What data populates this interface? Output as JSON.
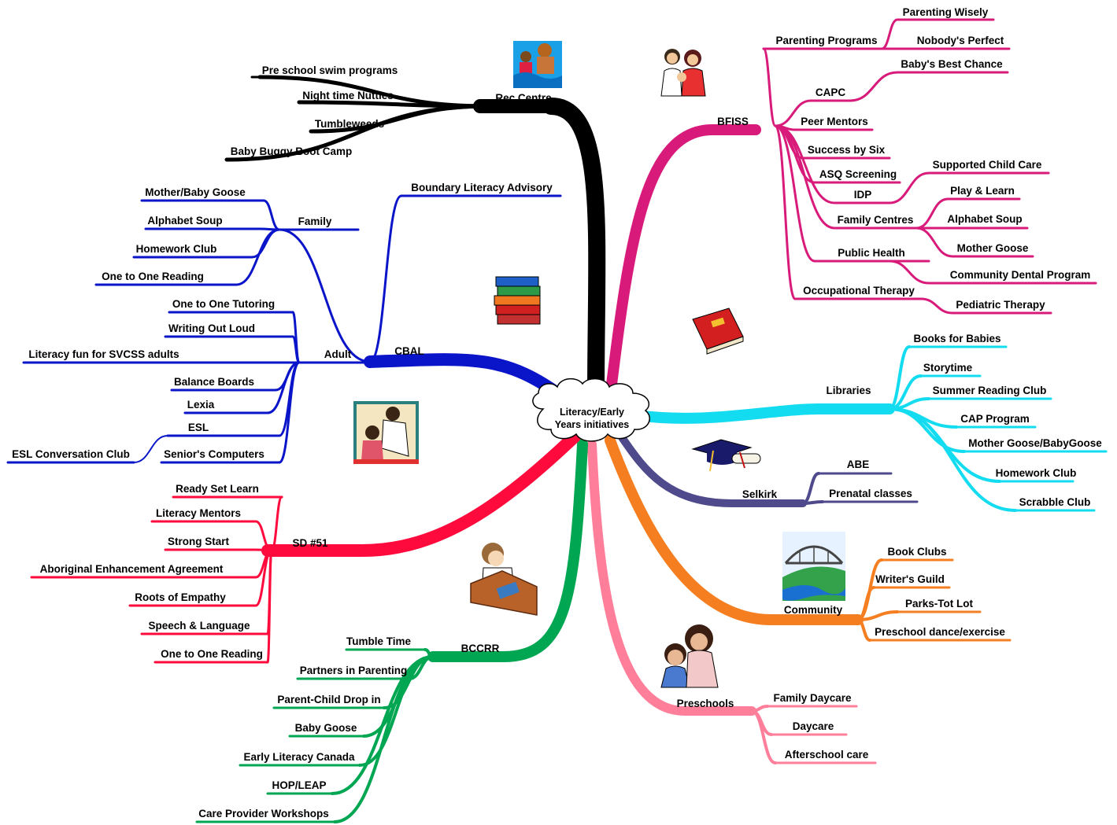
{
  "center": {
    "line1": "Literacy/Early",
    "line2": "Years initiatives"
  },
  "branches": [
    {
      "id": "rec-centre",
      "label": "Rec Centre",
      "color": "#000000",
      "children": [
        "Pre school swim programs",
        "Night time Nutties",
        "Tumbleweeds",
        "Baby Buggy Boot Camp"
      ]
    },
    {
      "id": "bfiss",
      "label": "BFISS",
      "color": "#d81b7a",
      "children": [
        {
          "label": "Parenting Programs",
          "children": [
            "Parenting Wisely",
            "Nobody's Perfect"
          ]
        },
        {
          "label": "CAPC",
          "children": [
            "Baby's Best Chance"
          ]
        },
        {
          "label": "Peer Mentors"
        },
        {
          "label": "Success by Six"
        },
        {
          "label": "ASQ Screening"
        },
        {
          "label": "IDP",
          "children": [
            "Supported Child Care"
          ]
        },
        {
          "label": "Family Centres",
          "children": [
            "Play & Learn",
            "Alphabet Soup",
            "Mother Goose"
          ]
        },
        {
          "label": "Public Health",
          "children": [
            "Community Dental Program"
          ]
        },
        {
          "label": "Occupational Therapy",
          "children": [
            "Pediatric Therapy"
          ]
        }
      ]
    },
    {
      "id": "libraries",
      "label": "Libraries",
      "color": "#14dcf0",
      "children": [
        "Books for Babies",
        "Storytime",
        "Summer Reading Club",
        "CAP Program",
        "Mother Goose/BabyGoose",
        "Homework Club",
        "Scrabble Club"
      ]
    },
    {
      "id": "selkirk",
      "label": "Selkirk",
      "color": "#4f4a8c",
      "children": [
        "ABE",
        "Prenatal classes"
      ]
    },
    {
      "id": "community",
      "label": "Community",
      "color": "#f57f20",
      "children": [
        "Book Clubs",
        "Writer's Guild",
        "Parks-Tot Lot",
        "Preschool dance/exercise"
      ]
    },
    {
      "id": "preschools",
      "label": "Preschools",
      "color": "#ff7f9a",
      "children": [
        "Family Daycare",
        "Daycare",
        "Afterschool care"
      ]
    },
    {
      "id": "bccrr",
      "label": "BCCRR",
      "color": "#00a651",
      "children": [
        "Tumble Time",
        "Partners in Parenting",
        "Parent-Child Drop in",
        "Baby Goose",
        "Early Literacy Canada",
        "HOP/LEAP",
        "Care Provider Workshops"
      ]
    },
    {
      "id": "sd51",
      "label": "SD #51",
      "color": "#ff0a3c",
      "children": [
        "Ready Set Learn",
        "Literacy Mentors",
        "Strong Start",
        "Aboriginal Enhancement Agreement",
        "Roots of Empathy",
        "Speech & Language",
        "One to One Reading"
      ]
    },
    {
      "id": "cbal",
      "label": "CBAL",
      "color": "#0a14c8",
      "children": [
        {
          "label": "Boundary Literacy Advisory"
        },
        {
          "label": "Family",
          "children": [
            "Mother/Baby Goose",
            "Alphabet Soup",
            "Homework Club",
            "One to One Reading"
          ]
        },
        {
          "label": "Adult",
          "children": [
            "One to One Tutoring",
            "Writing Out Loud",
            "Literacy fun for SVCSS adults",
            "Balance Boards",
            "Lexia",
            {
              "label": "ESL",
              "children": [
                "ESL Conversation Club"
              ]
            },
            "Senior's Computers"
          ]
        }
      ]
    }
  ],
  "clipart": [
    "swimming-family-clipart",
    "parents-with-baby-clipart",
    "stacked-books-clipart",
    "red-book-clipart",
    "teacher-student-clipart",
    "graduation-cap-diploma-clipart",
    "bridge-landscape-clipart",
    "child-reading-clipart",
    "mother-child-clipart"
  ]
}
